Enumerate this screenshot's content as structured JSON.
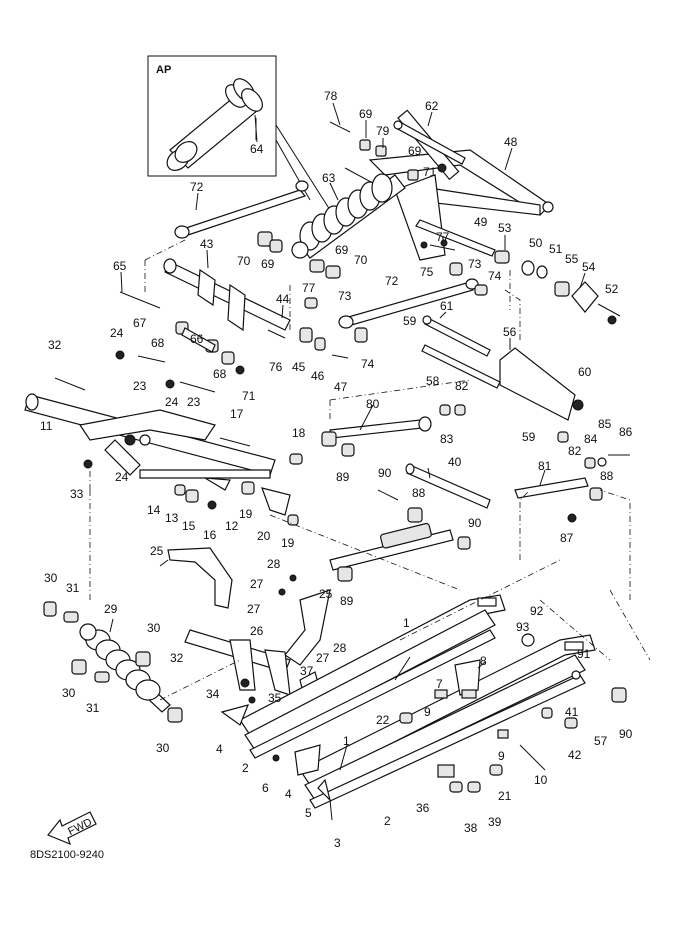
{
  "drawing_code": "8DS2100-9240",
  "inset_label": "AP",
  "fwd_label": "FWD",
  "callouts": {
    "c1a": "1",
    "c1b": "1",
    "c2a": "2",
    "c2b": "2",
    "c3": "3",
    "c4a": "4",
    "c4b": "4",
    "c5": "5",
    "c6": "6",
    "c7": "7",
    "c8": "8",
    "c9a": "9",
    "c9b": "9",
    "c10": "10",
    "c11": "11",
    "c12": "12",
    "c13": "13",
    "c14": "14",
    "c15": "15",
    "c16": "16",
    "c17": "17",
    "c18": "18",
    "c19a": "19",
    "c19b": "19",
    "c20": "20",
    "c21": "21",
    "c22": "22",
    "c23a": "23",
    "c23b": "23",
    "c24a": "24",
    "c24b": "24",
    "c24c": "24",
    "c25a": "25",
    "c25b": "25",
    "c26": "26",
    "c27a": "27",
    "c27b": "27",
    "c27c": "27",
    "c28a": "28",
    "c28b": "28",
    "c29": "29",
    "c30a": "30",
    "c30b": "30",
    "c30c": "30",
    "c30d": "30",
    "c31a": "31",
    "c31b": "31",
    "c32a": "32",
    "c32b": "32",
    "c33": "33",
    "c34": "34",
    "c35": "35",
    "c36": "36",
    "c37": "37",
    "c38": "38",
    "c39": "39",
    "c40": "40",
    "c41": "41",
    "c42": "42",
    "c43": "43",
    "c44": "44",
    "c45": "45",
    "c46": "46",
    "c47": "47",
    "c48": "48",
    "c49": "49",
    "c50": "50",
    "c51": "51",
    "c52": "52",
    "c53": "53",
    "c54": "54",
    "c55": "55",
    "c56": "56",
    "c57": "57",
    "c58": "58",
    "c59a": "59",
    "c59b": "59",
    "c60": "60",
    "c61": "61",
    "c62": "62",
    "c63": "63",
    "c64": "64",
    "c65": "65",
    "c66": "66",
    "c67": "67",
    "c68a": "68",
    "c68b": "68",
    "c69a": "69",
    "c69b": "69",
    "c69c": "69",
    "c69d": "69",
    "c70a": "70",
    "c70b": "70",
    "c71a": "71",
    "c71b": "71",
    "c72a": "72",
    "c72b": "72",
    "c73a": "73",
    "c73b": "73",
    "c74a": "74",
    "c74b": "74",
    "c75": "75",
    "c76": "76",
    "c77": "77",
    "c78": "78",
    "c79": "79",
    "c80": "80",
    "c81": "81",
    "c82a": "82",
    "c82b": "82",
    "c83": "83",
    "c84": "84",
    "c85": "85",
    "c86": "86",
    "c87": "87",
    "c88a": "88",
    "c88b": "88",
    "c89a": "89",
    "c89b": "89",
    "c90a": "90",
    "c90b": "90",
    "c90c": "90",
    "c91": "91",
    "c92": "92",
    "c93": "93"
  }
}
